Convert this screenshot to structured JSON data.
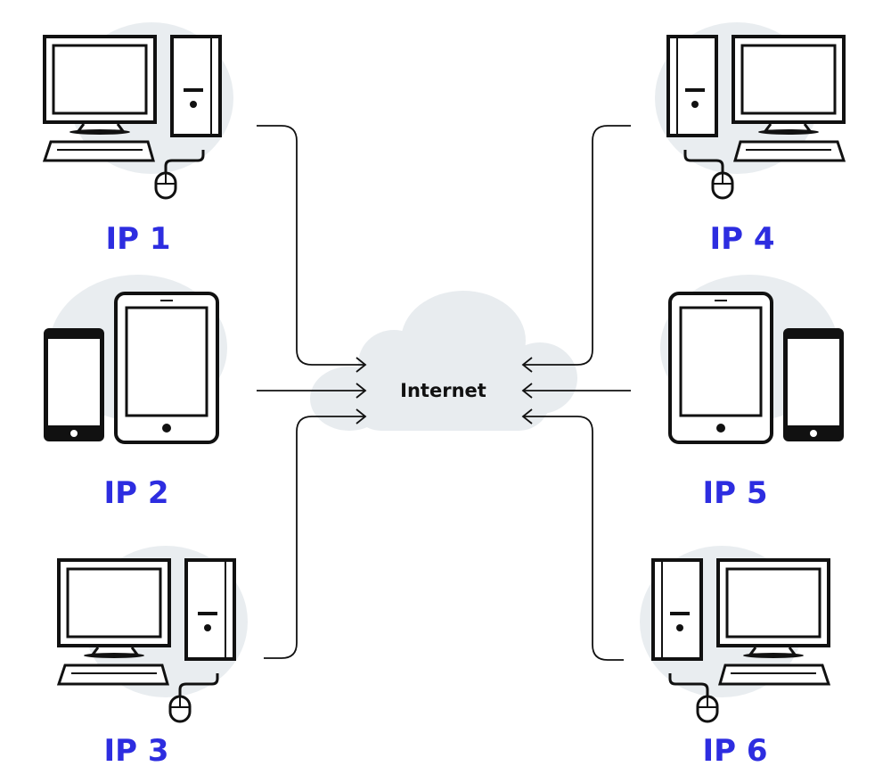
{
  "diagram": {
    "cloud_label": "Internet",
    "nodes": [
      {
        "label": "IP 1",
        "device": "desktop-computer-icon"
      },
      {
        "label": "IP 2",
        "device": "phone-and-tablet-icon"
      },
      {
        "label": "IP 3",
        "device": "desktop-computer-icon"
      },
      {
        "label": "IP 4",
        "device": "desktop-computer-icon"
      },
      {
        "label": "IP 5",
        "device": "phone-and-tablet-icon"
      },
      {
        "label": "IP 6",
        "device": "desktop-computer-icon"
      }
    ]
  },
  "colors": {
    "label": "#2d2de0",
    "outline": "#111111",
    "backdrop": "#e9edf0",
    "cloud": "#e8ecef",
    "connector": "#111111"
  }
}
